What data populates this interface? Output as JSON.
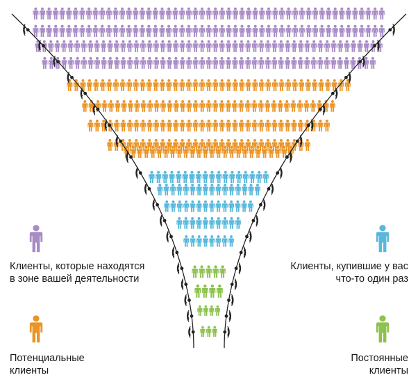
{
  "colors": {
    "visitors": "#a88cc6",
    "potential": "#ea9528",
    "one_time": "#58b8dc",
    "permanent": "#8cc24e",
    "outline": "#222222"
  },
  "legend": {
    "visitors": {
      "icon": "person-icon",
      "line1": "Клиенты, которые находятся",
      "line2": "в зоне вашей деятельности"
    },
    "one_time": {
      "icon": "person-icon",
      "line1": "Клиенты, купившие у вас",
      "line2": "что-то один раз"
    },
    "potential": {
      "icon": "person-icon",
      "line1": "Потенциальные",
      "line2": "клиенты"
    },
    "permanent": {
      "icon": "person-icon",
      "line1": "Постоянные",
      "line2": "клиенты"
    }
  }
}
